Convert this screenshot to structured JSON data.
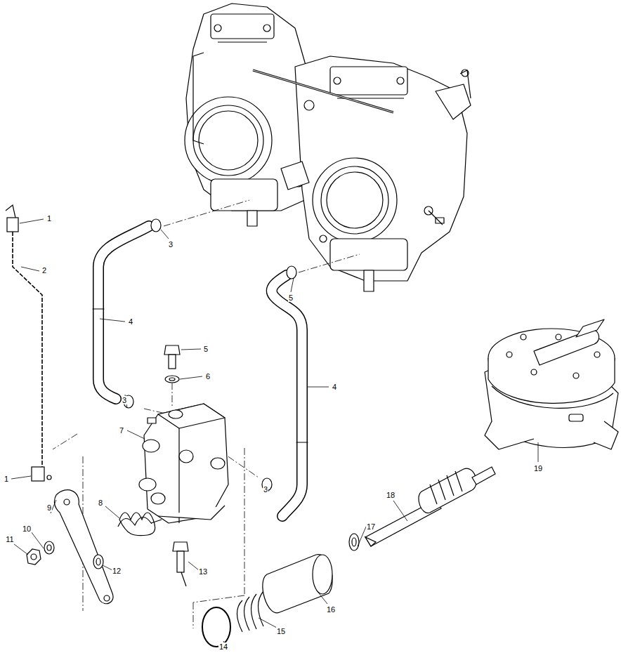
{
  "diagram": {
    "labels": [
      "1",
      "3",
      "2",
      "5",
      "4",
      "5",
      "6",
      "4",
      "3",
      "7",
      "19",
      "1",
      "3",
      "8",
      "9",
      "10",
      "11",
      "18",
      "12",
      "13",
      "17",
      "16",
      "15",
      "14"
    ]
  }
}
